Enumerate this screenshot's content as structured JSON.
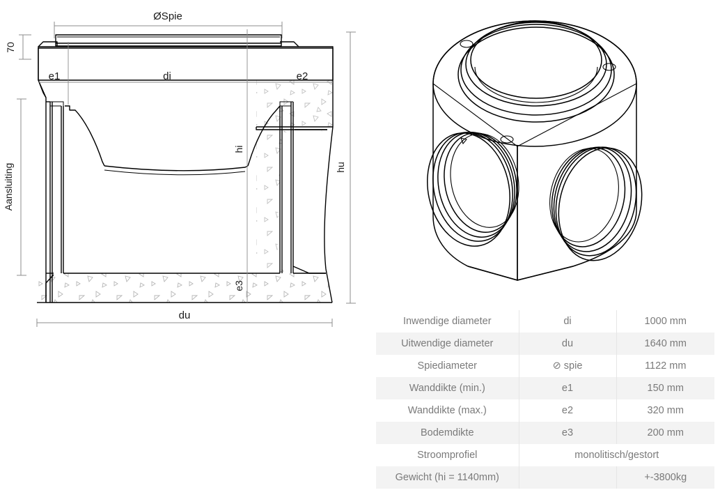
{
  "drawing": {
    "title": "Betonnen inspectieput doorsnede",
    "section_labels": {
      "spie_diameter": "ØSpie",
      "top_height": "70",
      "wall_min": "e1",
      "inner_diameter": "di",
      "wall_max": "e2",
      "connection": "Aansluiting",
      "inner_height": "hi",
      "outer_height": "hu",
      "bottom_thickness": "e3",
      "outer_diameter": "du"
    }
  },
  "iso_view": {
    "name": "3D isometric chamber view"
  },
  "spec_table": {
    "rows": [
      {
        "label": "Inwendige diameter",
        "symbol": "di",
        "value": "1000 mm",
        "span": false
      },
      {
        "label": "Uitwendige diameter",
        "symbol": "du",
        "value": "1640 mm",
        "span": false
      },
      {
        "label": "Spiediameter",
        "symbol": "⊘ spie",
        "value": "1122 mm",
        "span": false
      },
      {
        "label": "Wanddikte (min.)",
        "symbol": "e1",
        "value": "150 mm",
        "span": false
      },
      {
        "label": "Wanddikte (max.)",
        "symbol": "e2",
        "value": "320 mm",
        "span": false
      },
      {
        "label": "Bodemdikte",
        "symbol": "e3",
        "value": "200 mm",
        "span": false
      },
      {
        "label": "Stroomprofiel",
        "symbol": "",
        "value": "monolitisch/gestort",
        "span": true
      },
      {
        "label": "Gewicht (hi = 1140mm)",
        "symbol": "",
        "value": "+-3800kg",
        "span": false
      }
    ]
  },
  "colors": {
    "table_text": "#7a7a7a",
    "table_alt_row": "#f3f3f3",
    "table_border": "#e6e6e6",
    "drawing_line": "#000000",
    "dimension_line": "#8c8c8c"
  }
}
